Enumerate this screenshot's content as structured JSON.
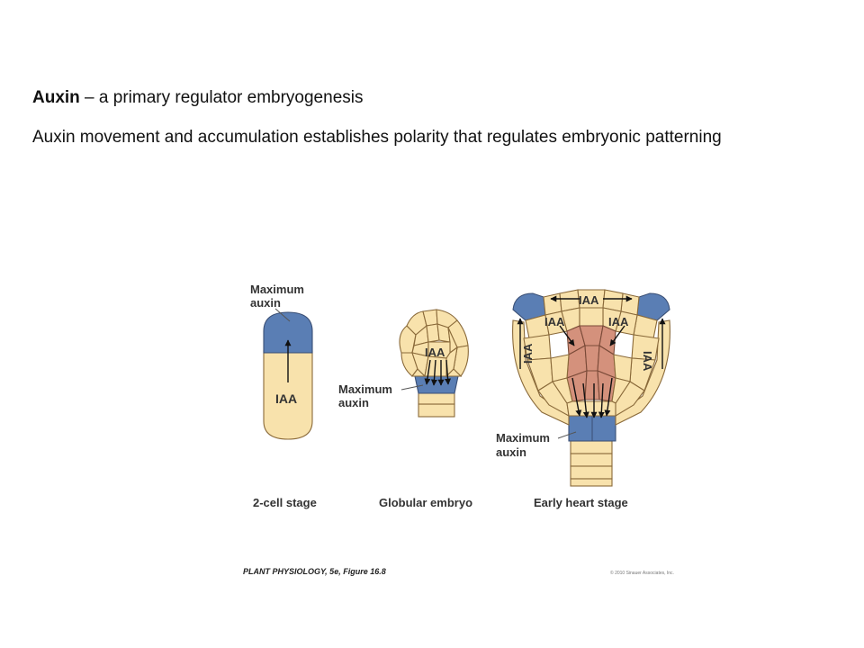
{
  "slide": {
    "title_bold": "Auxin",
    "title_rest": " – a primary regulator embryogenesis",
    "body": "Auxin movement and accumulation establishes polarity that regulates embryonic patterning"
  },
  "figure": {
    "label_maximum": "Maximum",
    "label_auxin": "auxin",
    "label_iaa": "IAA",
    "stages": [
      "2-cell stage",
      "Globular embryo",
      "Early heart stage"
    ],
    "credit": "PLANT PHYSIOLOGY, 5e, Figure 16.8",
    "copyright": "© 2010 Sinauer Associates, Inc.",
    "colors": {
      "cell": "#f8e2ac",
      "auxin_max": "#5a7eb4",
      "provascular": "#d4917c"
    }
  }
}
